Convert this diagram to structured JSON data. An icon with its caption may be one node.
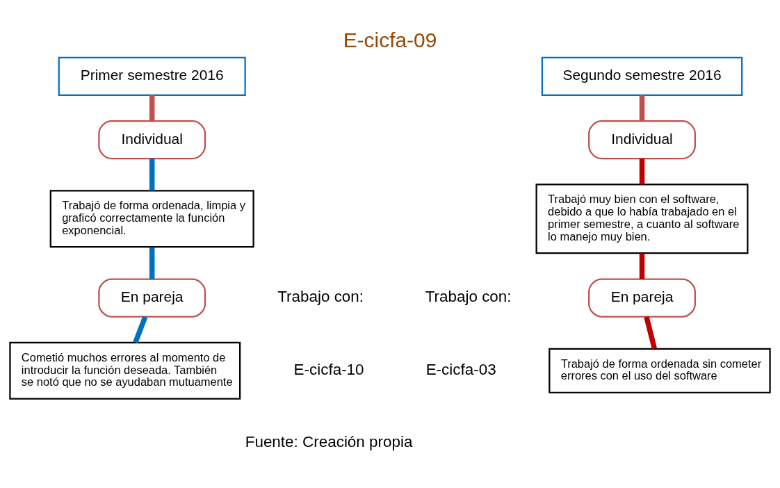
{
  "diagram": {
    "title": "E-cicfa-09",
    "caption": "Fuente: Creación propia",
    "nodes": [
      {
        "text": [
          "Primer semestre 2016"
        ]
      },
      {
        "text": [
          "Individual"
        ]
      },
      {
        "text": [
          "Trabajó de forma ordenada, limpia y graficó correctamente la función exponencial."
        ]
      },
      {
        "text": [
          "En pareja"
        ]
      },
      {
        "text": [
          "Cometió muchos errores al momento de introducir la función deseada. También se notó que no se ayudaban mutuamente"
        ]
      },
      {
        "text": [
          "Segundo semestre 2016"
        ]
      },
      {
        "text": [
          "Individual"
        ]
      },
      {
        "text": [
          "Trabajó muy bien con el software, debido a que lo había trabajado en el primer semestre, a cuanto al software lo manejo muy bien."
        ]
      },
      {
        "text": [
          "En pareja"
        ]
      },
      {
        "text": [
          "Trabajó de forma ordenada sin cometer errores con el uso del software"
        ]
      }
    ],
    "edges": [
      {
        "from": 0,
        "to": 1,
        "arrow": "none",
        "color": "#c0504d"
      },
      {
        "from": 1,
        "to": 2,
        "arrow": "none",
        "color": "#0070c0"
      },
      {
        "from": 2,
        "to": 3,
        "arrow": "none",
        "color": "#0070c0"
      },
      {
        "from": 3,
        "to": 4,
        "arrow": "none",
        "color": "#0070c0"
      },
      {
        "from": 5,
        "to": 6,
        "arrow": "none",
        "color": "#c0504d"
      },
      {
        "from": 6,
        "to": 7,
        "arrow": "none",
        "color": "#c00000"
      },
      {
        "from": 7,
        "to": 8,
        "arrow": "none",
        "color": "#c00000"
      },
      {
        "from": 8,
        "to": 9,
        "arrow": "none",
        "color": "#c00000"
      }
    ],
    "labels": [
      "Trabajo con:",
      "Trabajo con:",
      "E-cicfa-10",
      "E-cicfa-03"
    ]
  }
}
